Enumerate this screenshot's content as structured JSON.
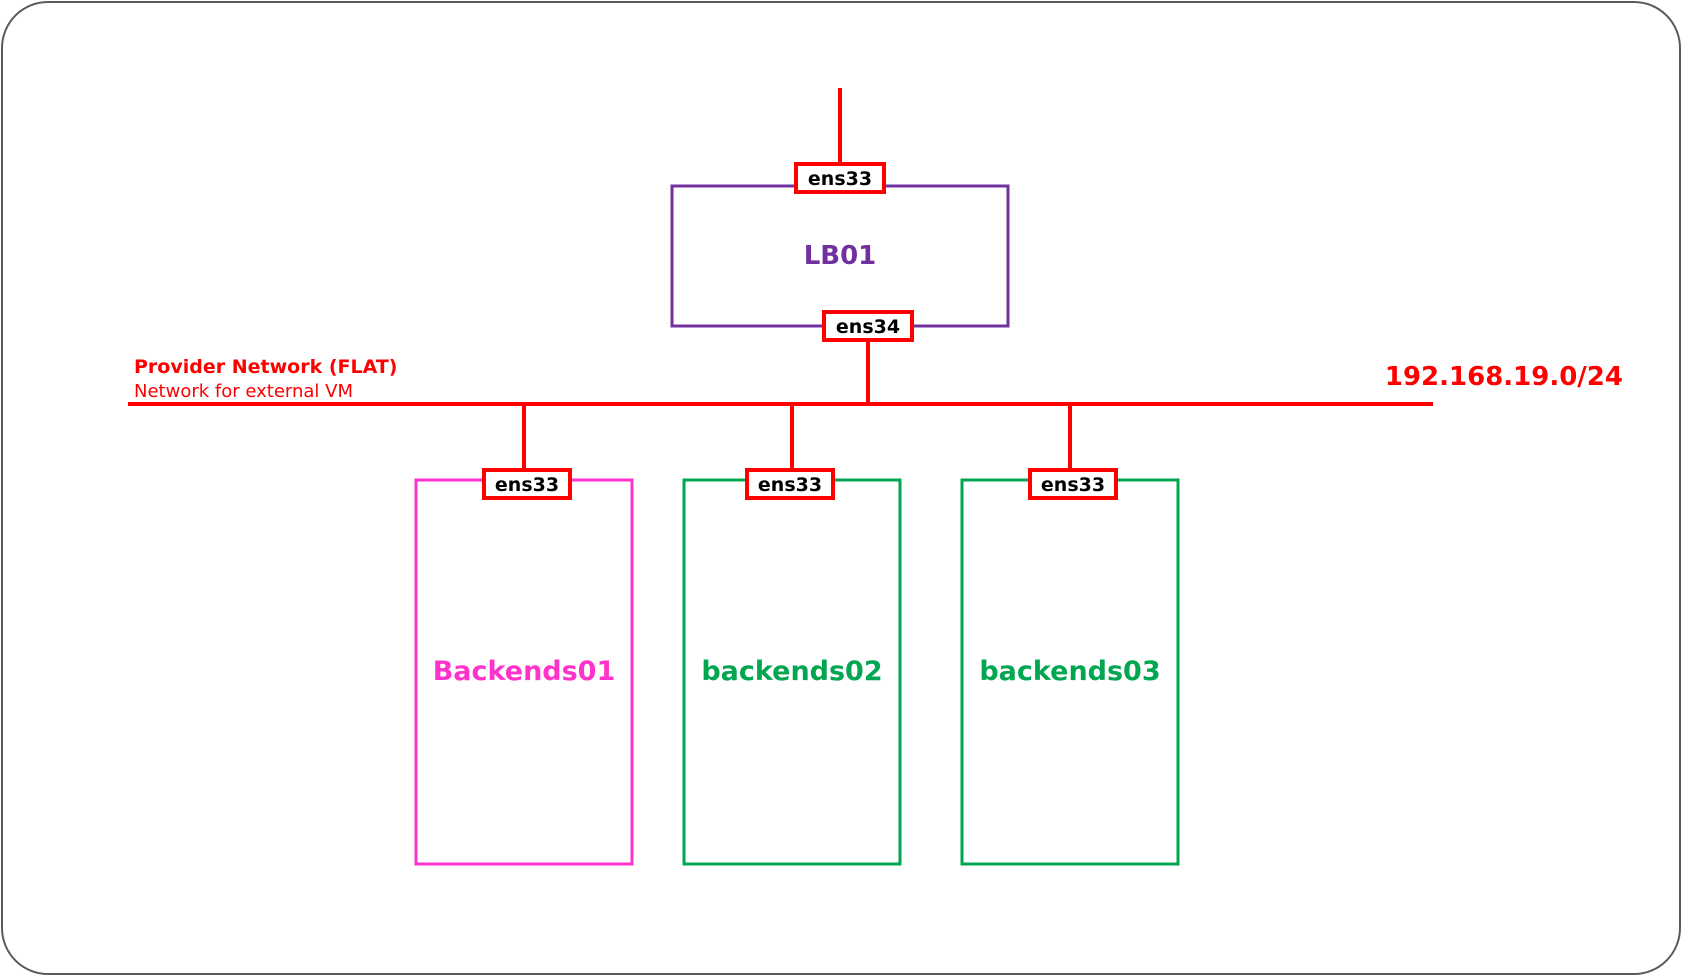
{
  "colors": {
    "network": "#ff0000",
    "lb": "#7030a0",
    "backend01": "#ff33cc",
    "backend_green": "#00a650",
    "nic_fill": "#ffffff",
    "nic_text": "#000000",
    "frame": "#5a5a5a"
  },
  "lb": {
    "name": "LB01",
    "nic_top": "ens33",
    "nic_bottom": "ens34"
  },
  "network": {
    "title": "Provider Network (FLAT)",
    "subtitle": "Network for external VM",
    "cidr": "192.168.19.0/24"
  },
  "backends": [
    {
      "name": "Backends01",
      "nic": "ens33"
    },
    {
      "name": "backends02",
      "nic": "ens33"
    },
    {
      "name": "backends03",
      "nic": "ens33"
    }
  ]
}
